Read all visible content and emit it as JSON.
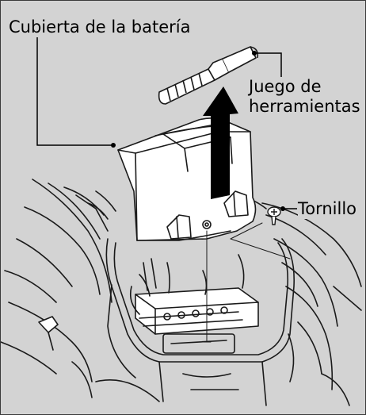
{
  "callouts": {
    "battery_cover": "Cubierta de la batería",
    "tool_kit_line1": "Juego de",
    "tool_kit_line2": "herramientas",
    "screw": "Tornillo"
  },
  "colors": {
    "background": "#d3d3d3",
    "line": "#1a1a1a",
    "part_fill": "#ffffff",
    "arrow": "#000000"
  },
  "icons": {
    "up_arrow": "lift-up-arrow",
    "screw": "screw-icon",
    "tool": "tool-kit-icon"
  }
}
